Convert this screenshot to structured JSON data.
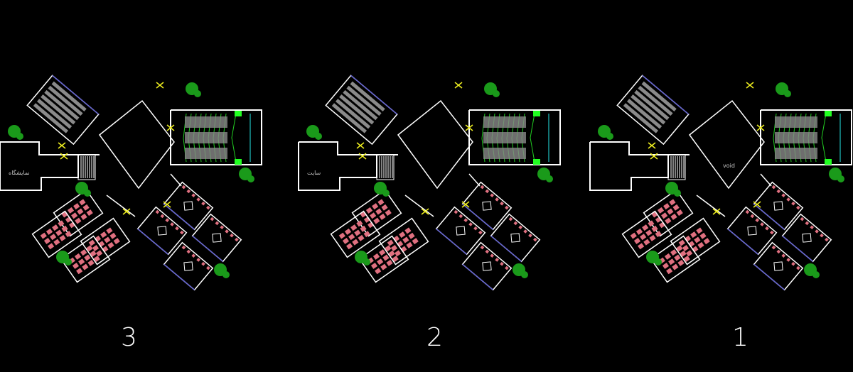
{
  "colors": {
    "background": "#000000",
    "wall": "#ffffff",
    "furniture": "#8a8a8a",
    "seating_line": "#22cc22",
    "tree": "#1a9a1a",
    "door": "#f0f020",
    "pink_furniture": "#e07080",
    "glass": "#6060d0",
    "screen": "#20c0c0"
  },
  "plans": [
    {
      "number": "3",
      "room_label": "نمایشگاه",
      "has_void_label": false
    },
    {
      "number": "2",
      "room_label": "سایت",
      "has_void_label": false
    },
    {
      "number": "1",
      "room_label": "void",
      "has_void_label": true
    }
  ]
}
